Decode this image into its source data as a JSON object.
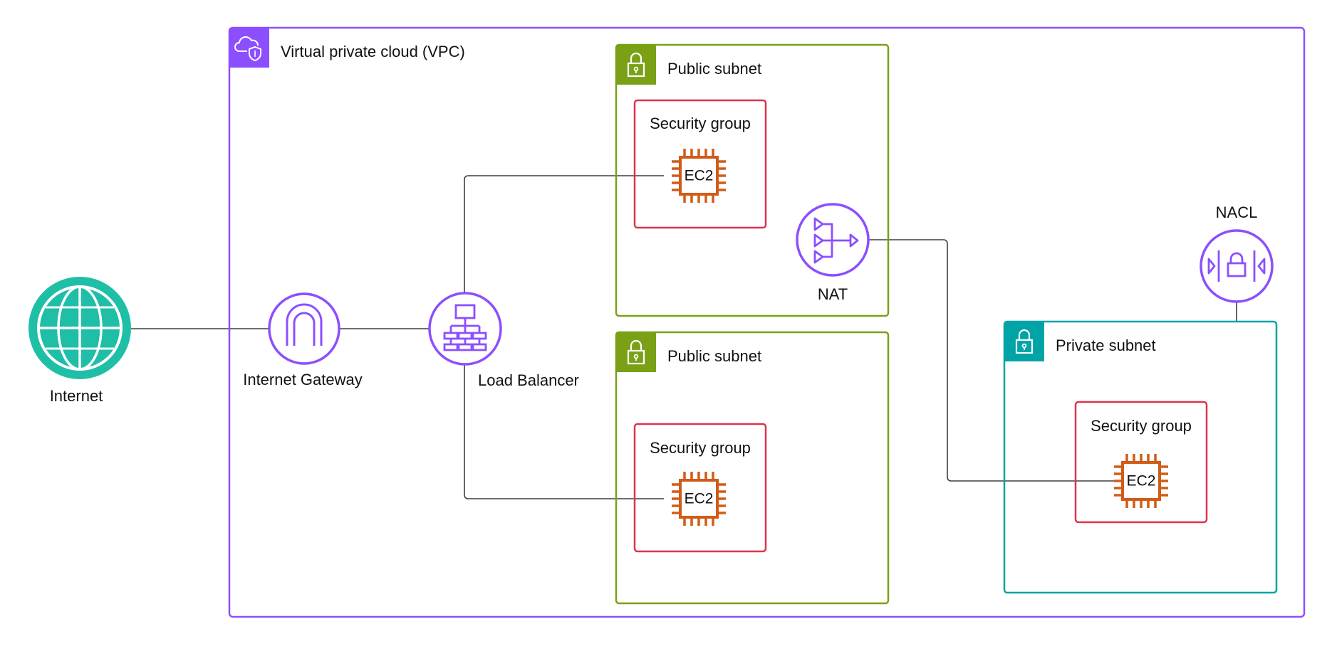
{
  "colors": {
    "vpc": "#8c4fff",
    "public_subnet": "#7aa116",
    "private_subnet": "#00a4a6",
    "security_group": "#dd344c",
    "ec2": "#d05c17",
    "internet": "#1fbea7",
    "connector": "#3b3f45",
    "label_text": "#111111"
  },
  "vpc": {
    "label": "Virtual private cloud (VPC)",
    "icon": "cloud-shield-icon"
  },
  "internet": {
    "label": "Internet",
    "icon": "globe-icon"
  },
  "internet_gateway": {
    "label": "Internet Gateway",
    "icon": "gateway-arch-icon"
  },
  "load_balancer": {
    "label": "Load Balancer",
    "icon": "hierarchy-icon"
  },
  "nat": {
    "label": "NAT",
    "icon": "nat-gateway-icon"
  },
  "nacl": {
    "label": "NACL",
    "icon": "nacl-lock-icon"
  },
  "public_subnet_1": {
    "label": "Public subnet",
    "icon": "lock-icon",
    "security_group": {
      "label": "Security group",
      "ec2": "EC2"
    }
  },
  "public_subnet_2": {
    "label": "Public subnet",
    "icon": "lock-icon",
    "security_group": {
      "label": "Security group",
      "ec2": "EC2"
    }
  },
  "private_subnet": {
    "label": "Private subnet",
    "icon": "lock-icon",
    "security_group": {
      "label": "Security group",
      "ec2": "EC2"
    }
  }
}
